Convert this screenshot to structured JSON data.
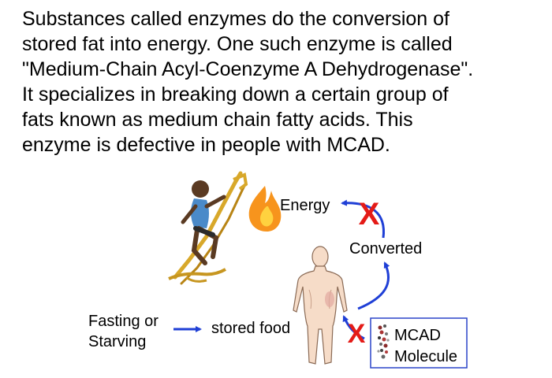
{
  "paragraph": {
    "lines": [
      "Substances called enzymes do the conversion of",
      "stored fat into energy.  One such enzyme is called",
      "\"Medium-Chain Acyl-Coenzyme A Dehydrogenase\".",
      "It specializes in breaking down a certain group of",
      "fats known as medium chain fatty acids. This",
      "enzyme is defective in people with MCAD."
    ]
  },
  "diagram": {
    "energy_label": "Energy",
    "converted_label": "Converted",
    "fasting_line1": "Fasting or",
    "fasting_line2": "Starving",
    "stored_food_label": "stored food",
    "mcad_line1": "MCAD",
    "mcad_line2": "Molecule",
    "block_mark": "X",
    "icons": [
      "cyclist-figure",
      "flame-icon",
      "human-body-figure",
      "molecule-icon"
    ],
    "colors": {
      "arrow": "#1f3fd6",
      "x_mark": "#e41b17",
      "flame_outer": "#f7941d",
      "flame_inner": "#ffd23f",
      "box_border": "#2a44c9",
      "body_skin": "#f6dcc8",
      "body_outline": "#8a6a55"
    }
  }
}
